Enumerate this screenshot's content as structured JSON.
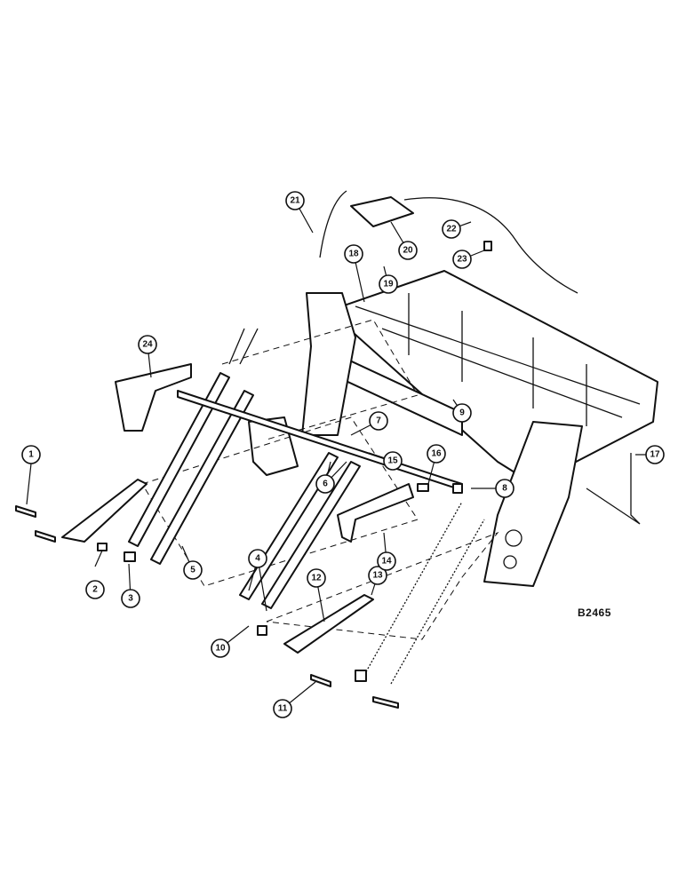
{
  "reference_code": "B2465",
  "callouts": [
    {
      "label": "1"
    },
    {
      "label": "2"
    },
    {
      "label": "3"
    },
    {
      "label": "4"
    },
    {
      "label": "5"
    },
    {
      "label": "6"
    },
    {
      "label": "7"
    },
    {
      "label": "8"
    },
    {
      "label": "9"
    },
    {
      "label": "10"
    },
    {
      "label": "11"
    },
    {
      "label": "12"
    },
    {
      "label": "13"
    },
    {
      "label": "14"
    },
    {
      "label": "15"
    },
    {
      "label": "16"
    },
    {
      "label": "17"
    },
    {
      "label": "18"
    },
    {
      "label": "19"
    },
    {
      "label": "20"
    },
    {
      "label": "21"
    },
    {
      "label": "22"
    },
    {
      "label": "23"
    },
    {
      "label": "24"
    }
  ]
}
